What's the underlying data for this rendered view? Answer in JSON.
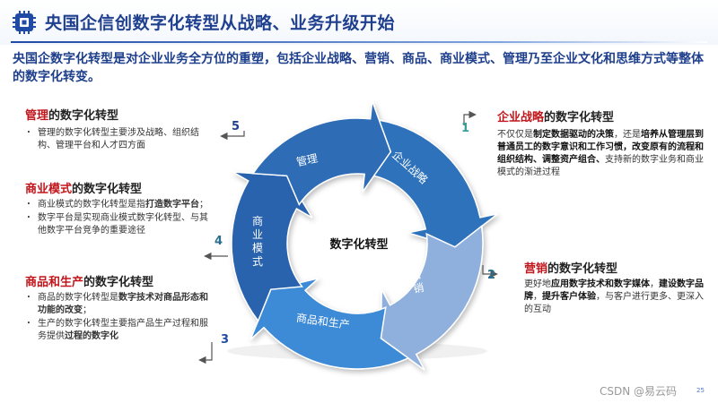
{
  "header": {
    "title": "央国企信创数字化转型从战略、业务升级开始",
    "icon": "chip-icon",
    "accent_color": "#1f3f8f"
  },
  "intro": "央国企数字化转型是对企业业务全方位的重塑，包括企业战略、营销、商品、商业模式、管理乃至企业文化和思维方式等整体的数字化转变。",
  "diagram": {
    "center_label": "数字化转型",
    "segments": [
      {
        "label": "企业战略",
        "number": "1",
        "color": "#2f72bb"
      },
      {
        "label": "营销",
        "number": "2",
        "color": "#8fb0dd"
      },
      {
        "label": "商品和生产",
        "number": "3",
        "color": "#3e8ad6"
      },
      {
        "label": "商业模式",
        "number": "4",
        "color": "#2a64ad"
      },
      {
        "label": "管理",
        "number": "5",
        "color": "#2e6db6"
      }
    ]
  },
  "sections": {
    "management": {
      "title_hl": "管理",
      "title_rest": "的数字化转型",
      "bullets": [
        "管理的数字化转型主要涉及战略、组织结构、管理平台和人才四方面"
      ]
    },
    "business_model": {
      "title_hl": "商业模式",
      "title_rest": "的数字化转型",
      "bullet1_pre": "商业模式的数字化转型是指",
      "bullet1_bold": "打造数字平台",
      "bullet1_post": "；",
      "bullet2": "数字平台是实现商业模式数字化转型、与其他数字平台竞争的重要途径"
    },
    "product": {
      "title_hl": "商品和生产",
      "title_rest": "的数字化转型",
      "bullet1_pre": "商品的数字化转型是",
      "bullet1_bold": "数字技术对商品形态和功能的改变",
      "bullet1_post": "；",
      "bullet2_pre": "生产的数字化转型主要指产品生产过程和服务提供",
      "bullet2_bold": "过程的数字化"
    },
    "strategy": {
      "title_hl": "企业战略",
      "title_rest": "的数字化转型",
      "p_pre": "不仅仅是",
      "p_bold1": "制定数据驱动的决策",
      "p_mid": "，还是",
      "p_bold2": "培养从管理层到普通员工的数字意识和工作习惯，改变原有的流程和组织结构、调整资产组合、",
      "p_post": "支持新的数字业务和商业模式的渐进过程"
    },
    "marketing": {
      "title_hl": "营销",
      "title_rest": "的数字化转型",
      "p_pre": "更好地",
      "p_bold1": "应用数字技术和数字媒体",
      "p_mid": "，",
      "p_bold2": "建设数字品牌",
      "p_mid2": "，",
      "p_bold3": "提升客户体验",
      "p_post": "，与客户进行更多、更深入的互动"
    }
  },
  "footer": {
    "watermark": "CSDN @易云码",
    "page": "25"
  }
}
